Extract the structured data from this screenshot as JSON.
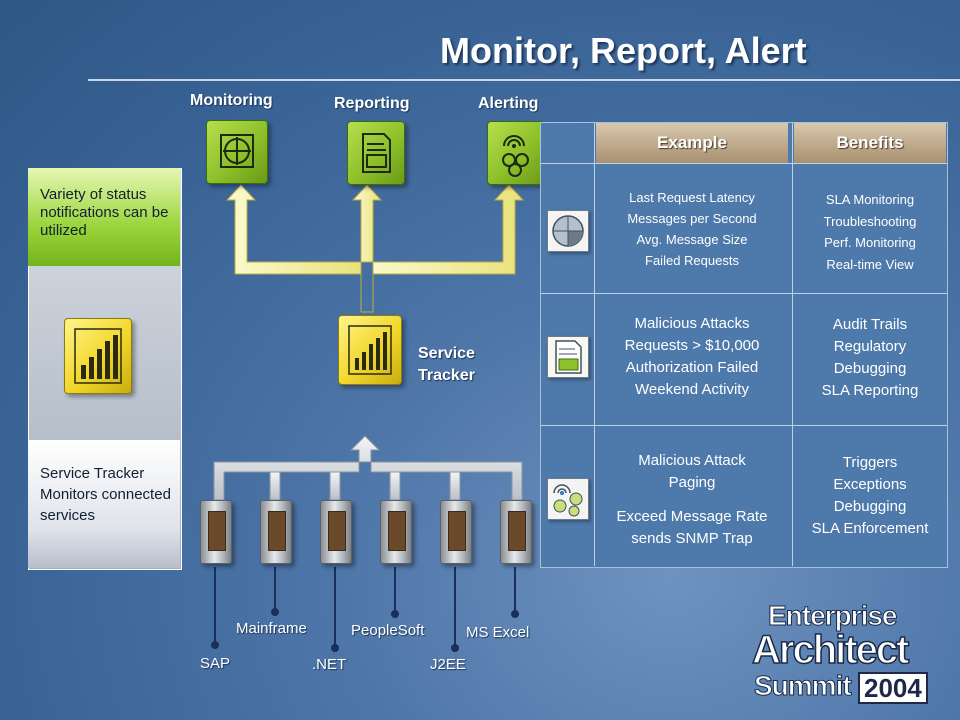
{
  "slide": {
    "title": "Monitor, Report, Alert"
  },
  "columns": {
    "monitoring": "Monitoring",
    "reporting": "Reporting",
    "alerting": "Alerting"
  },
  "service_tracker": {
    "label": "Service\nTracker"
  },
  "left_panel": {
    "notify_text": "Variety of status notifications can be utilized",
    "tracker_text": "Service Tracker Monitors connected services"
  },
  "table": {
    "headers": {
      "example": "Example",
      "benefits": "Benefits"
    },
    "rows": [
      {
        "icon": "monitoring-dial-icon",
        "example": [
          "Last Request Latency",
          "Messages per Second",
          "Avg. Message Size",
          "Failed Requests"
        ],
        "benefits": [
          "SLA Monitoring",
          "Troubleshooting",
          "Perf. Monitoring",
          "Real-time View"
        ]
      },
      {
        "icon": "report-document-icon",
        "example": [
          "Malicious Attacks",
          "Requests > $10,000",
          "Authorization Failed",
          "Weekend Activity"
        ],
        "benefits": [
          "Audit Trails",
          "Regulatory",
          "Debugging",
          "SLA Reporting"
        ]
      },
      {
        "icon": "alert-signal-icon",
        "example": [
          "Malicious Attack",
          "Paging",
          "Exceed Message Rate",
          "sends SNMP Trap"
        ],
        "benefits": [
          "Triggers",
          "Exceptions",
          "Debugging",
          "SLA Enforcement"
        ]
      }
    ]
  },
  "systems": [
    {
      "name": "SAP"
    },
    {
      "name": "Mainframe"
    },
    {
      "name": ".NET"
    },
    {
      "name": "PeopleSoft"
    },
    {
      "name": "J2EE"
    },
    {
      "name": "MS Excel"
    }
  ],
  "logo": {
    "line1": "Enterprise",
    "line2": "Architect",
    "line3a": "Summit",
    "line3b": "2004"
  },
  "colors": {
    "green_tile": "#8dc02a",
    "yellow_tile": "#f2d72a",
    "background": "#3a6496",
    "arrow_fill": "#f4f2a0"
  }
}
